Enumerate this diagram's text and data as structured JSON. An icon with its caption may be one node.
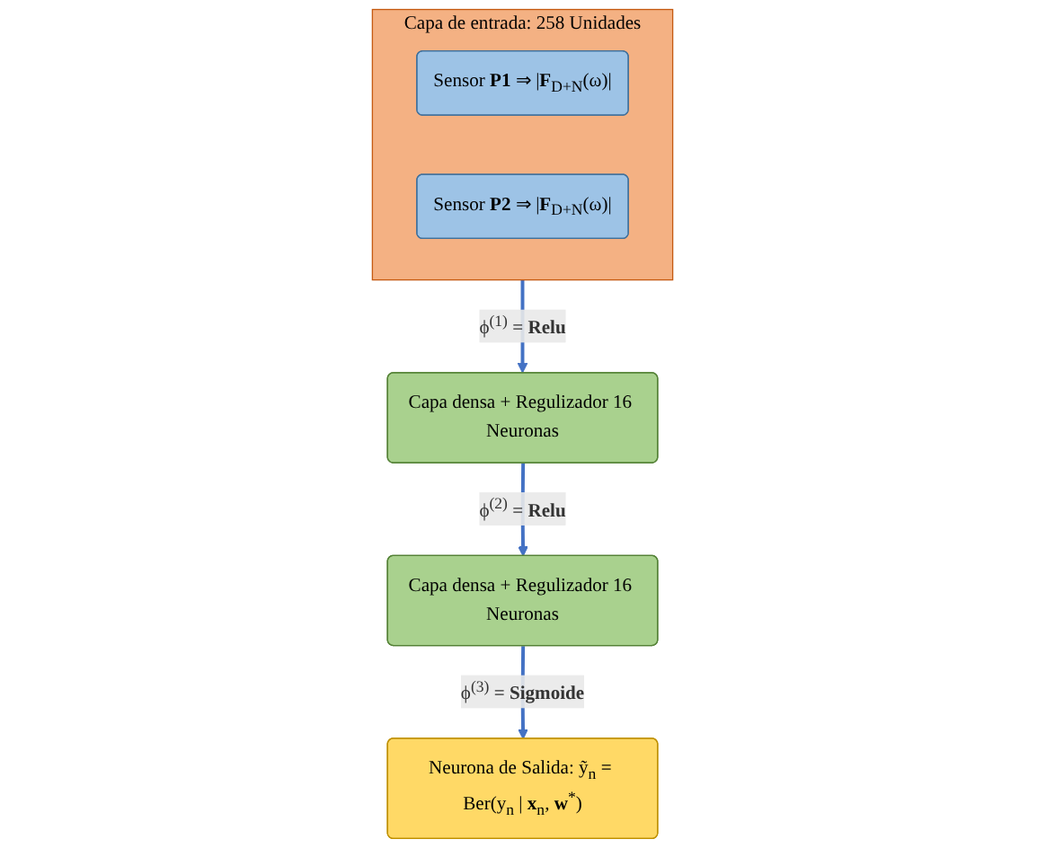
{
  "diagram": {
    "nodes": [
      {
        "text": [
          "Capa de entrada: 258 Unidades"
        ]
      },
      {
        "text": [
          "Sensor **P1** ⇒ |**F**$_{D+N}$(ω)|"
        ],
        "in": 0
      },
      {
        "text": [
          "Sensor **P2** ⇒ |**F**$_{D+N}$(ω)|"
        ],
        "in": 0
      },
      {
        "text": [
          "Capa densa + Regulizador 16 Neuronas"
        ]
      },
      {
        "text": [
          "Capa densa + Regulizador 16 Neuronas"
        ]
      },
      {
        "text": [
          "Neurona de Salida: ỹ$_{n}$ = Ber(y$_{n}$ | **x**$_{n}$, **w**$^{*}$)"
        ]
      }
    ],
    "edges": [
      {
        "from": 0,
        "to": 3,
        "arrow": "to",
        "label": "ϕ$^{(1)}$ = **Relu**"
      },
      {
        "from": 3,
        "to": 4,
        "arrow": "to",
        "label": "ϕ$^{(2)}$ = **Relu**"
      },
      {
        "from": 4,
        "to": 5,
        "arrow": "to",
        "label": "ϕ$^{(3)}$ = **Sigmoide**"
      }
    ]
  }
}
